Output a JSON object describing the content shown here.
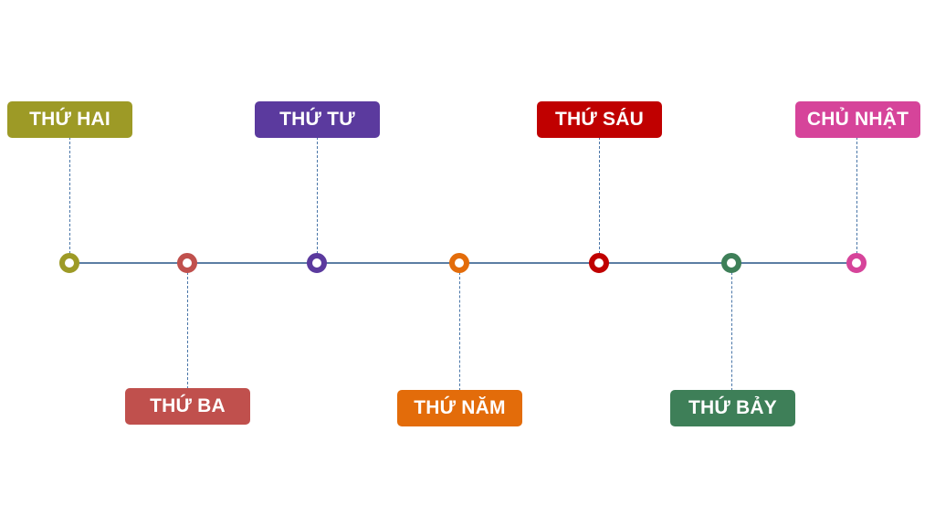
{
  "timeline": {
    "days": [
      {
        "key": "mon",
        "label": "THỨ HAI",
        "color": "#9d9a26",
        "position": "top"
      },
      {
        "key": "tue",
        "label": "THỨ BA",
        "color": "#c0504d",
        "position": "bottom"
      },
      {
        "key": "wed",
        "label": "THỨ TƯ",
        "color": "#5b3a9e",
        "position": "top"
      },
      {
        "key": "thu",
        "label": "THỨ NĂM",
        "color": "#e36c0a",
        "position": "bottom"
      },
      {
        "key": "fri",
        "label": "THỨ SÁU",
        "color": "#c00000",
        "position": "top"
      },
      {
        "key": "sat",
        "label": "THỨ BẢY",
        "color": "#3e7f58",
        "position": "bottom"
      },
      {
        "key": "sun",
        "label": "CHỦ NHẬT",
        "color": "#d6449a",
        "position": "top"
      }
    ]
  }
}
